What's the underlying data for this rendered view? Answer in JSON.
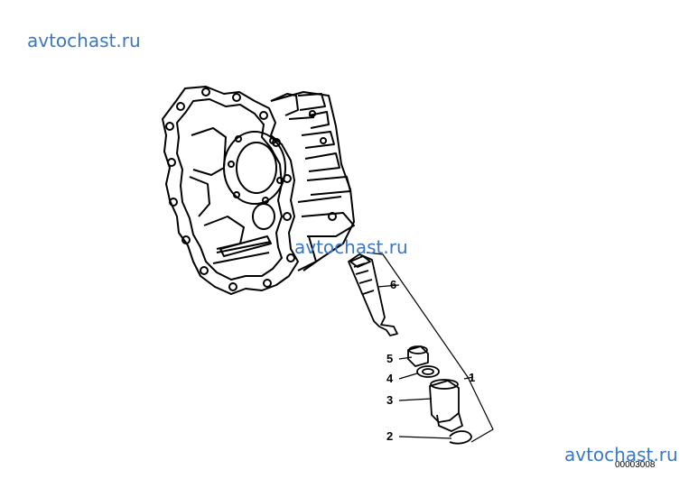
{
  "watermarks": [
    "avtochast.ru",
    "avtochast.ru",
    "avtochast.ru"
  ],
  "drawing_code": "00003008",
  "parts": [
    {
      "num": "1"
    },
    {
      "num": "2"
    },
    {
      "num": "3"
    },
    {
      "num": "4"
    },
    {
      "num": "5"
    },
    {
      "num": "6"
    }
  ]
}
